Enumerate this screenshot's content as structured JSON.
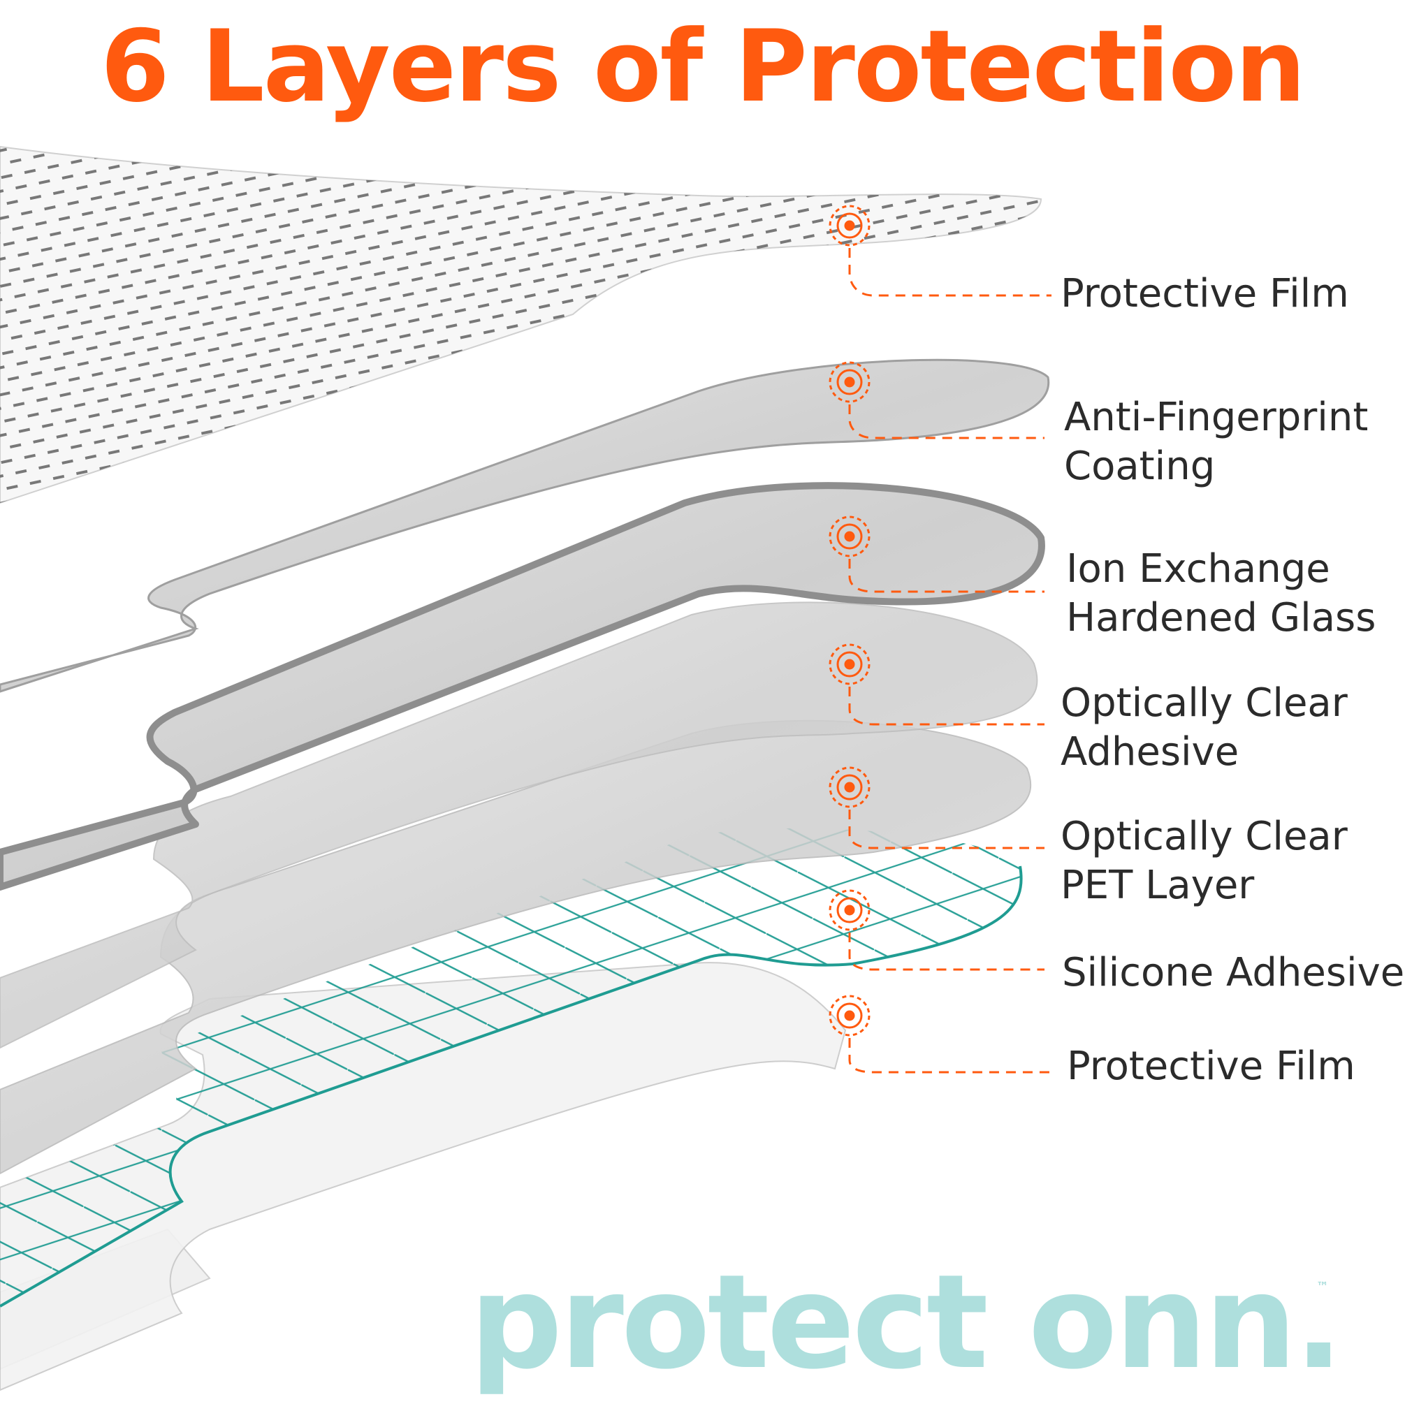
{
  "title": "6 Layers of Protection",
  "colors": {
    "accent": "#ff5a0f",
    "brand": "#aedfdd",
    "layer_fill": "#d8d8d8",
    "glass_edge": "#8e8e8e",
    "mesh": "#1f9c92",
    "label_text": "#2b2b2b"
  },
  "layers": [
    {
      "lines": [
        "Protective Film"
      ]
    },
    {
      "lines": [
        "Anti-Fingerprint",
        "Coating"
      ]
    },
    {
      "lines": [
        "Ion Exchange",
        "Hardened Glass"
      ]
    },
    {
      "lines": [
        "Optically Clear",
        "Adhesive"
      ]
    },
    {
      "lines": [
        "Optically Clear",
        "PET Layer"
      ]
    },
    {
      "lines": [
        "Silicone Adhesive"
      ]
    },
    {
      "lines": [
        "Protective Film"
      ]
    }
  ],
  "brand": {
    "wordmark": "protect onn.",
    "trademark": "™"
  }
}
